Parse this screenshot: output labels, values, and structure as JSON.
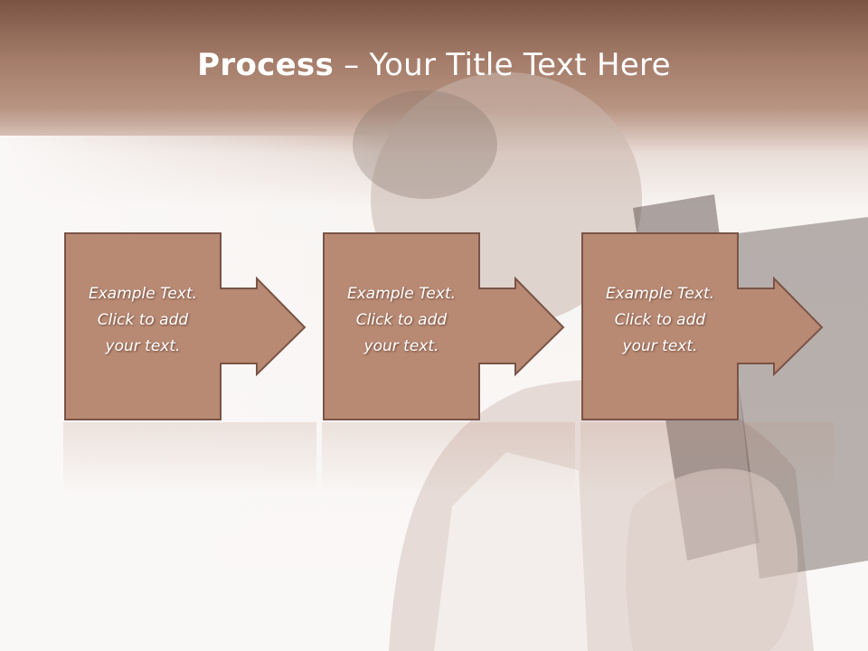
{
  "slide": {
    "title_bold": "Process",
    "title_rest": " – Your Title Text Here",
    "colors": {
      "header": "#7b5444",
      "box_fill": "#b88a74",
      "box_border": "#7a5446",
      "text": "#ffffff"
    }
  },
  "steps": [
    {
      "text": "Example Text.\nClick  to add\nyour text."
    },
    {
      "text": "Example Text.\nClick  to add\nyour text."
    },
    {
      "text": "Example Text.\nClick  to add\nyour text."
    }
  ]
}
